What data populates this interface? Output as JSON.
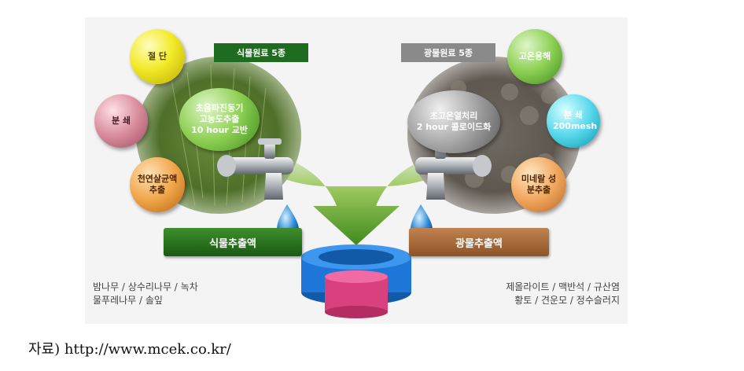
{
  "plant": {
    "tag": "식물원료 5종",
    "balls": [
      "절 단",
      "분 쇄",
      "천연살균액 추출"
    ],
    "center": [
      "초음파진동기",
      "고농도추출",
      "10 hour 교반"
    ],
    "result": "식물추출액",
    "materials": [
      "밤나무 / 상수리나무 / 녹차",
      "물푸레나무 / 솔잎"
    ]
  },
  "mineral": {
    "tag": "광물원료 5종",
    "balls": [
      "고온용해",
      "분 쇄 200mesh",
      "미네랄 성분추출"
    ],
    "center": [
      "초고온열처리",
      "2 hour 콜로이드화"
    ],
    "result": "광물추출액",
    "materials": [
      "제올라이트 / 맥반석 / 규산염",
      "황토 / 견운모 / 정수슬러지"
    ]
  },
  "source": "자료) http://www.mcek.co.kr/",
  "colors": {
    "plant_green": "#1f6b1f",
    "mineral_brown": "#a86a3c",
    "tag_gray": "#8a8a8a",
    "tank_blue": "#1e76d8",
    "tank_pink": "#e0508a"
  }
}
